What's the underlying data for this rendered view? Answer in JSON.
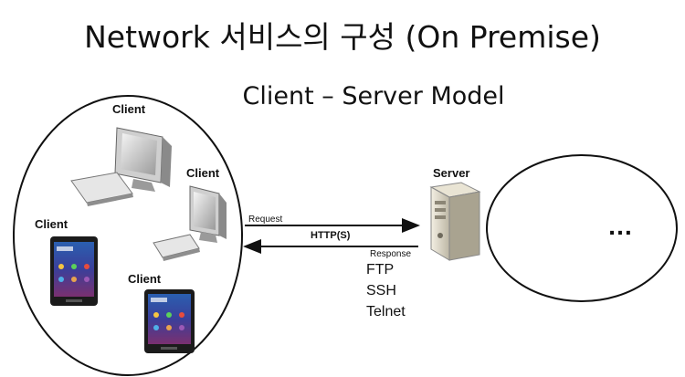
{
  "title": "Network 서비스의 구성 (On Premise)",
  "subtitle": "Client – Server Model",
  "clients": [
    {
      "label": "Client",
      "device": "desktop-computer-icon"
    },
    {
      "label": "Client",
      "device": "desktop-computer-icon"
    },
    {
      "label": "Client",
      "device": "smartphone-icon"
    },
    {
      "label": "Client",
      "device": "smartphone-icon"
    }
  ],
  "server": {
    "label": "Server",
    "device": "server-tower-icon"
  },
  "connection": {
    "request_label": "Request",
    "protocol_label": "HTTP(S)",
    "response_label": "Response",
    "other_protocols": [
      "FTP",
      "SSH",
      "Telnet"
    ]
  },
  "server_side_placeholder": "…"
}
